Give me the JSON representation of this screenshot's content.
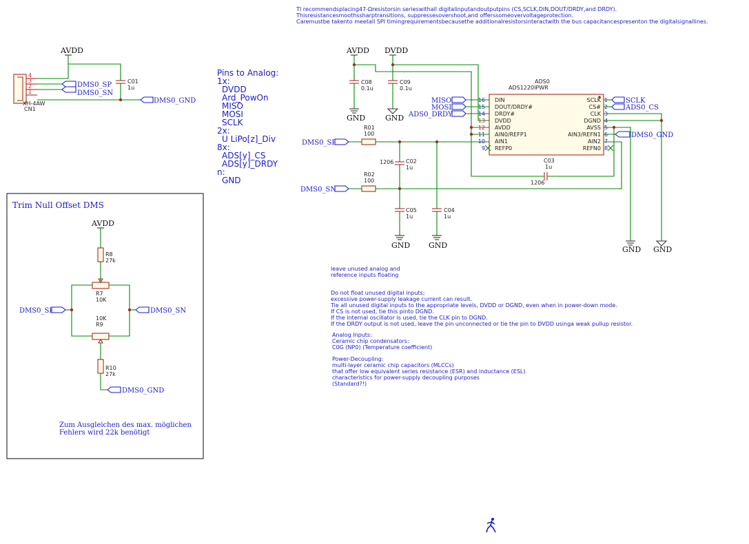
{
  "notes": {
    "ti_note": [
      "TI recommendsplacing47-Ωresistorsin serieswithall digitalinputandoutputpins (CS,SCLK,DIN,DOUT/DRDY,and DRDY).",
      "Thisresistancesmoothssharptransitions, suppressesovershoot,and offerssomeovervoltageprotection.",
      "Caremustbe takento meetall SPI timingrequirementsbecausethe additionalresistorsinteractwith the bus capacitancespresenton the digitalsignallines."
    ],
    "pins_to_analog": [
      "Pins to Analog:",
      "1x:",
      "DVDD",
      "Ard_PowOn",
      "MISO",
      "MOSI",
      "SCLK",
      "2x:",
      "U LiPo[z]_Div",
      "8x:",
      "ADS[y]_CS",
      "ADS[y]_DRDY",
      "n:",
      "GND"
    ],
    "analog_floating": [
      "leave unused analog and",
      "reference inputs floating"
    ],
    "digital_notes": [
      "Do not float unused digital inputs;",
      "excessive power-supply leakage current can result.",
      "Tie all unused digital inputs to the appropriate levels, DVDD or DGND, even when in power-down mode.",
      "If CS is not used, tie this pinto DGND.",
      "If the internal oscillator is used, tie the CLK pin to DGND.",
      "If the DRDY output is not used, leave the pin unconnected or tie the pin to DVDD usinga weak pullup resistor."
    ],
    "analog_inputs": [
      "Analog Inputs:",
      "Ceramic chip condensators:",
      "C0G (NP0) (Temperature coefficient)"
    ],
    "power_decoupling": [
      "Power-Decoupling:",
      "multi-layer ceramic chip capacitors (MLCCs)",
      "that offer low equivalent series resistance (ESR) and inductance (ESL)",
      "characteristics for power-supply decoupling purposes",
      "(Standard?!)"
    ],
    "trim_title": "Trim Null Offset DMS",
    "trim_note": [
      "Zum Ausgleichen des max. möglichen",
      "Fehlers wird 22k benötigt"
    ]
  },
  "power": {
    "avdd": "AVDD",
    "dvdd": "DVDD",
    "gnd": "GND"
  },
  "nets": {
    "dms0_sp": "DMS0_SP",
    "dms0_sn": "DMS0_SN",
    "dms0_gnd": "DMS0_GND",
    "miso": "MISO",
    "mosi": "MOSI",
    "ads0_drdy": "ADS0_DRDY",
    "sclk": "SCLK",
    "ads0_cs": "ADS0_CS"
  },
  "connector": {
    "ref": "CN1",
    "value": "XH-4AW",
    "pins": [
      "4",
      "3",
      "2",
      "1"
    ]
  },
  "ic": {
    "ref": "ADS0",
    "value": "ADS1220IPWR",
    "left_pins": [
      {
        "num": "16",
        "name": "DIN",
        "color": "#1a1acc"
      },
      {
        "num": "15",
        "name": "DOUT/DRDY#",
        "color": "#1a1acc"
      },
      {
        "num": "14",
        "name": "DRDY#",
        "color": "#1a1acc"
      },
      {
        "num": "13",
        "name": "DVDD",
        "color": "#cc2222"
      },
      {
        "num": "12",
        "name": "AVDD",
        "color": "#cc2222"
      },
      {
        "num": "11",
        "name": "AIN0/REFP1",
        "color": "#1a1acc"
      },
      {
        "num": "10",
        "name": "AIN1",
        "color": "#1a1acc"
      },
      {
        "num": "9",
        "name": "REFP0",
        "color": "#1a1acc"
      }
    ],
    "right_pins": [
      {
        "num": "1",
        "name": "SCLK"
      },
      {
        "num": "2",
        "name": "CS#"
      },
      {
        "num": "3",
        "name": "CLK"
      },
      {
        "num": "4",
        "name": "DGND"
      },
      {
        "num": "5",
        "name": "AVSS"
      },
      {
        "num": "6",
        "name": "AIN3/REFN1"
      },
      {
        "num": "7",
        "name": "AIN2"
      },
      {
        "num": "8",
        "name": "REFN0"
      }
    ]
  },
  "parts": {
    "c01": {
      "ref": "C01",
      "value": "1u"
    },
    "c08": {
      "ref": "C08",
      "value": "0.1u"
    },
    "c09": {
      "ref": "C09",
      "value": "0.1u"
    },
    "r01": {
      "ref": "R01",
      "value": "100"
    },
    "r02": {
      "ref": "R02",
      "value": "100"
    },
    "c02": {
      "ref": "C02",
      "value": "1u",
      "pkg": "1206"
    },
    "c03": {
      "ref": "C03",
      "value": "1u",
      "pkg": "1206"
    },
    "c04": {
      "ref": "C04",
      "value": "1u"
    },
    "c05": {
      "ref": "C05",
      "value": "1u"
    },
    "r8": {
      "ref": "R8",
      "value": "27k"
    },
    "r7": {
      "ref": "R7",
      "value": "10K"
    },
    "r9": {
      "ref": "R9",
      "value": "10K"
    },
    "r10": {
      "ref": "R10",
      "value": "27k"
    }
  }
}
